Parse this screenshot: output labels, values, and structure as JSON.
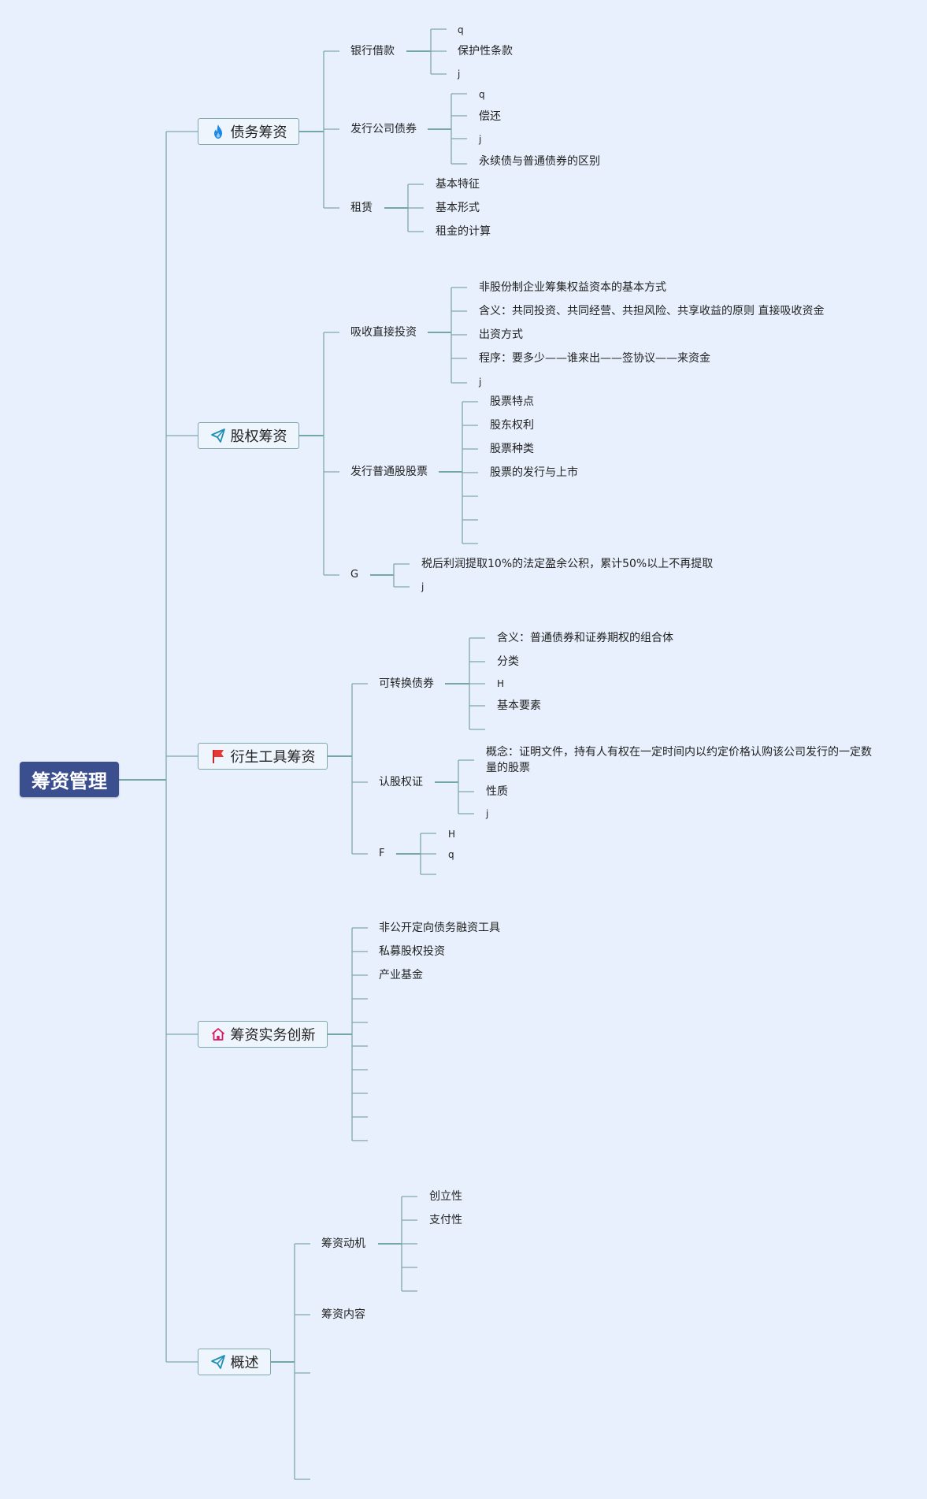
{
  "root": "筹资管理",
  "topics": {
    "debt": "债务筹资",
    "equity": "股权筹资",
    "derivative": "衍生工具筹资",
    "innovation": "筹资实务创新",
    "overview": "概述"
  },
  "icons": {
    "debt": "flame-icon",
    "equity": "paper-plane-icon",
    "derivative": "red-flag-icon",
    "innovation": "house-icon",
    "overview": "paper-plane-icon"
  },
  "colors": {
    "background": "#e8f0fd",
    "root": "#3b4f8f",
    "line": "#2e7d73",
    "flame": "#1e88e5",
    "flag": "#e53935",
    "house": "#d81b60",
    "plane": "#1f8fb8"
  },
  "debt": {
    "bank_loan": "银行借款",
    "bank_loan_items": [
      "q",
      "保护性条款",
      "j"
    ],
    "bonds": "发行公司债券",
    "bonds_items": [
      "q",
      "偿还",
      "j",
      "永续债与普通债券的区别"
    ],
    "lease": "租赁",
    "lease_items": [
      "基本特征",
      "基本形式",
      "租金的计算"
    ]
  },
  "equity": {
    "direct": "吸收直接投资",
    "direct_items": [
      "非股份制企业筹集权益资本的基本方式",
      "含义：共同投资、共同经营、共担风险、共享收益的原则 直接吸收资金",
      "出资方式",
      "程序：要多少——谁来出——签协议——来资金",
      "j"
    ],
    "stock": "发行普通股股票",
    "stock_items": [
      "股票特点",
      "股东权利",
      "股票种类",
      "股票的发行与上市"
    ],
    "g": "G",
    "g_items": [
      "税后利润提取10%的法定盈余公积，累计50%以上不再提取",
      "j"
    ]
  },
  "derivative": {
    "convertible": "可转换债券",
    "convertible_items": [
      "含义：普通债券和证券期权的组合体",
      "分类",
      "H",
      "基本要素"
    ],
    "warrant": "认股权证",
    "warrant_items": [
      "概念：证明文件，持有人有权在一定时间内以约定价格认购该公司发行的一定数量的股票",
      "性质",
      "j"
    ],
    "f": "F",
    "f_items": [
      "H",
      "q"
    ]
  },
  "innovation": {
    "items": [
      "非公开定向债务融资工具",
      "私募股权投资",
      "产业基金"
    ]
  },
  "overview": {
    "motive": "筹资动机",
    "motive_items": [
      "创立性",
      "支付性"
    ],
    "content": "筹资内容"
  }
}
